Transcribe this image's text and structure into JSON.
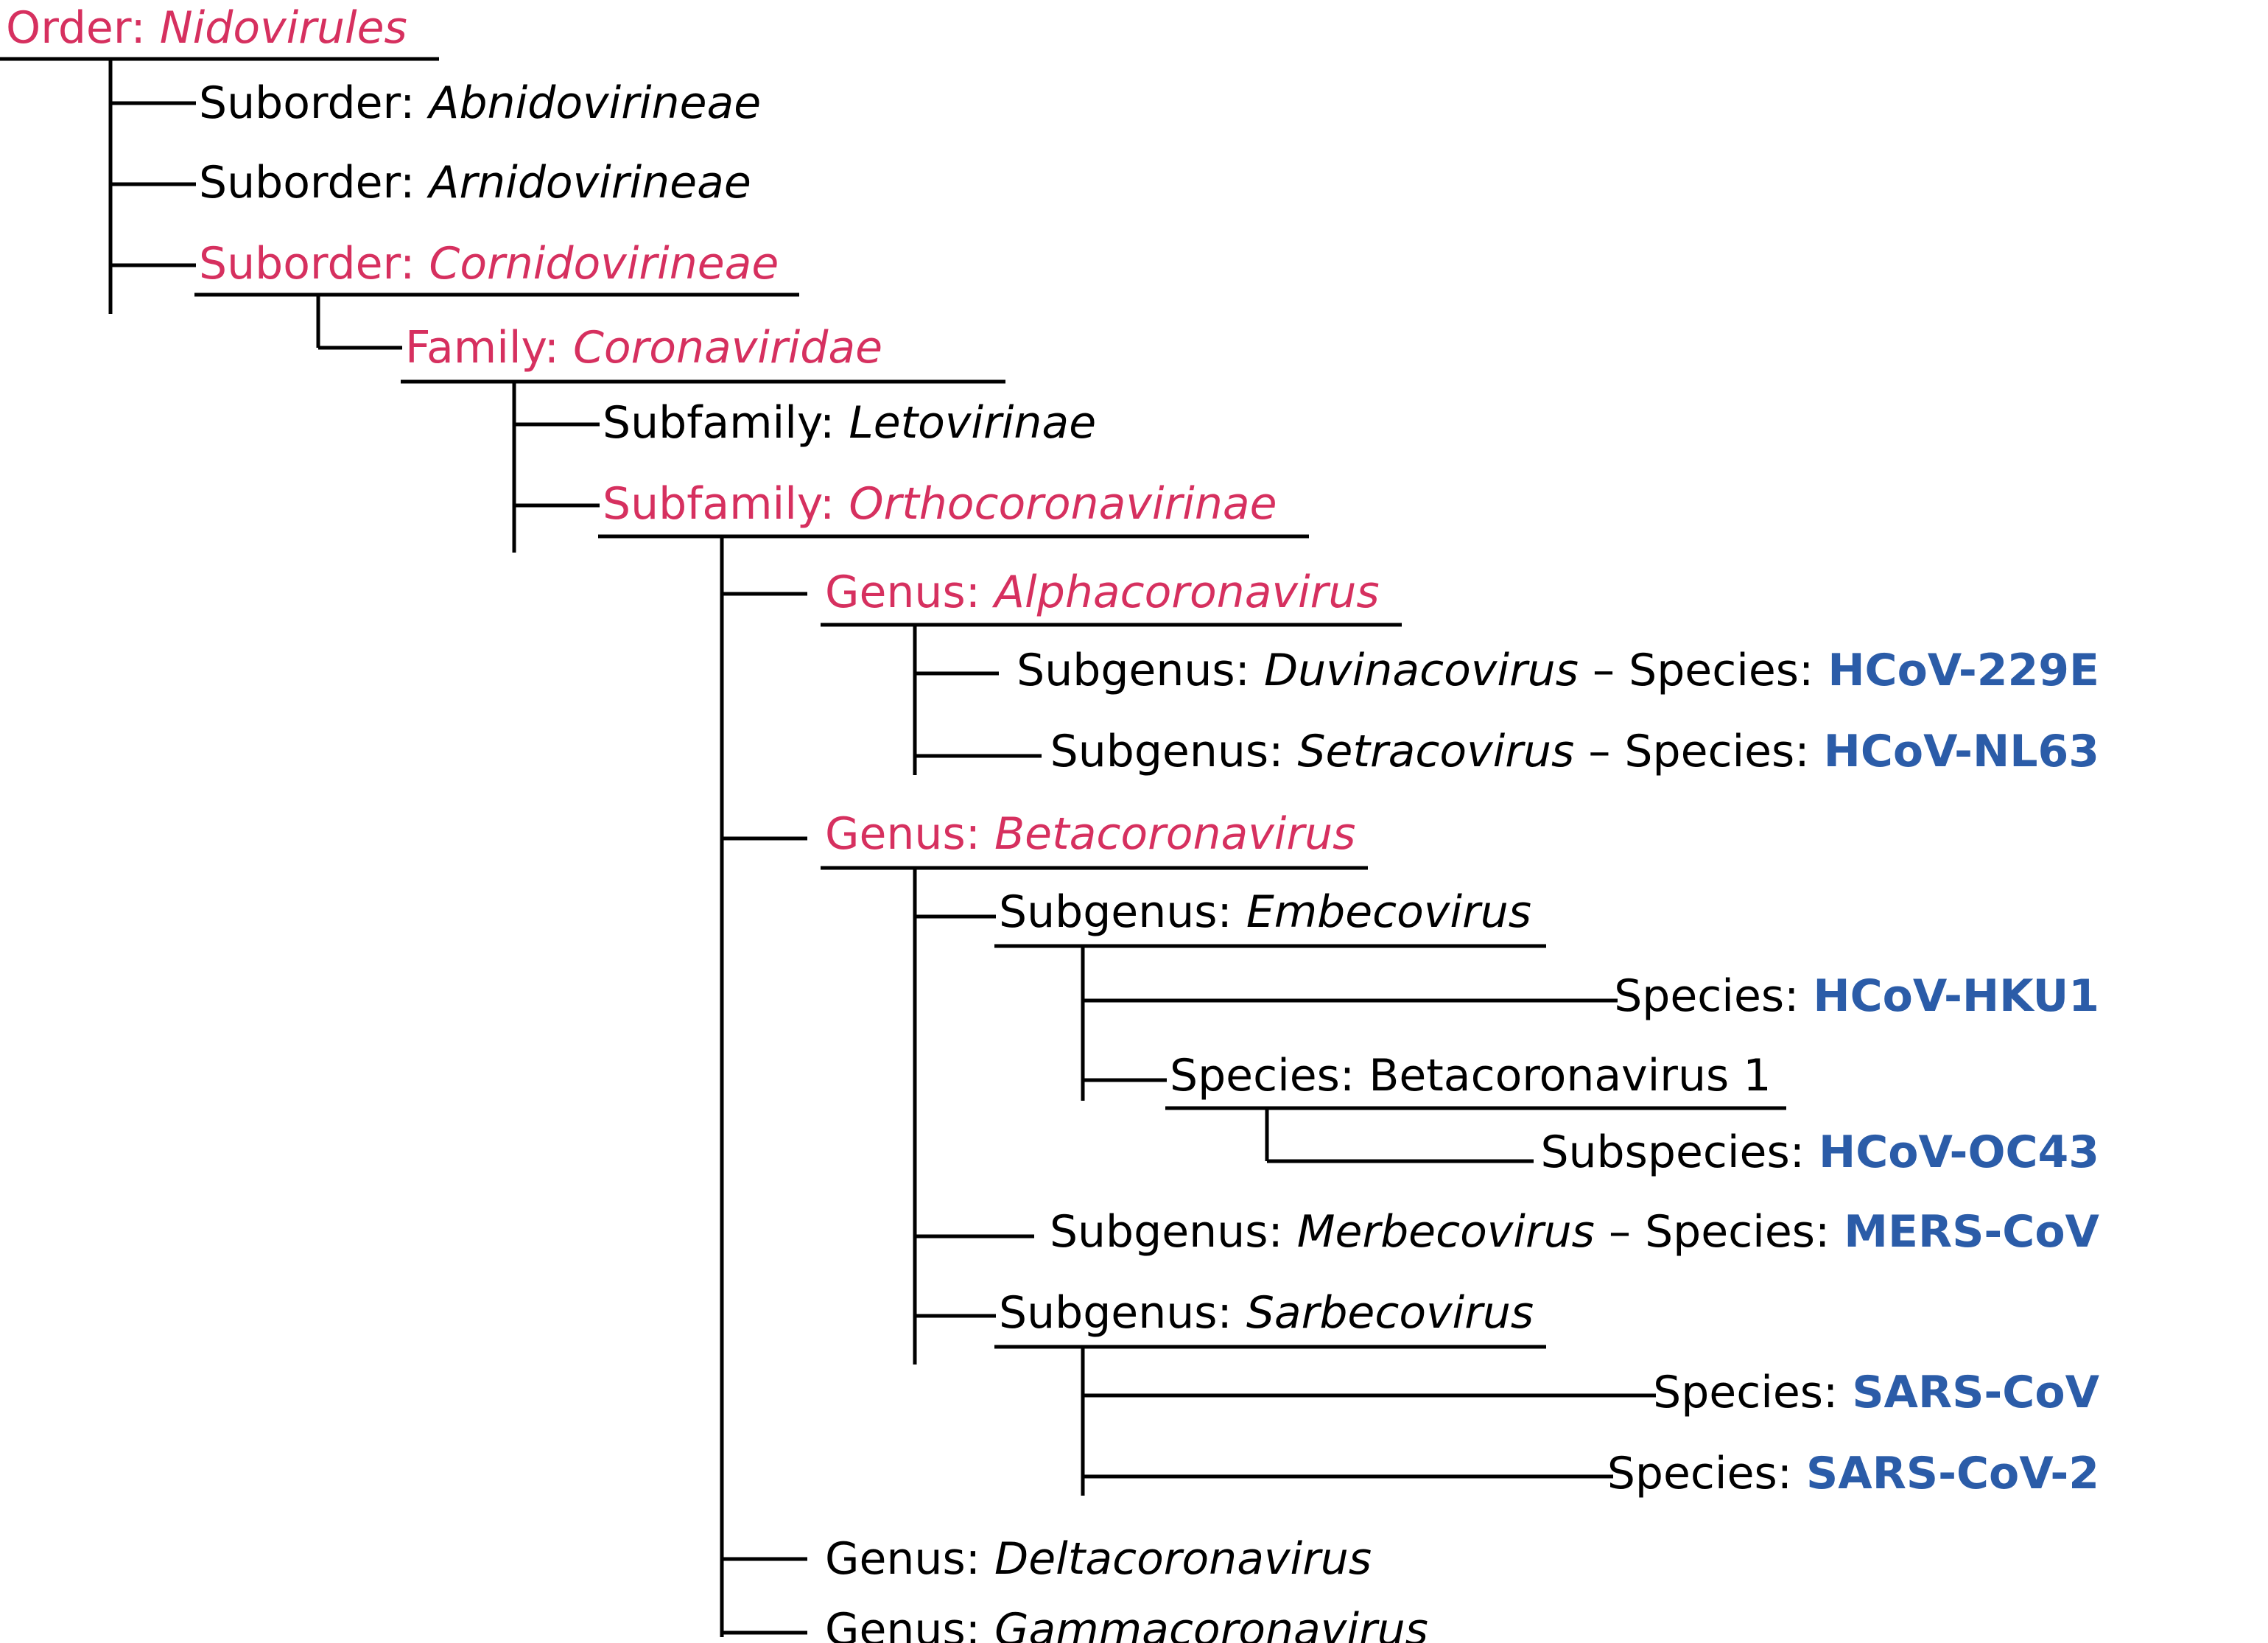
{
  "colors": {
    "highlight": "#d6305f",
    "species": "#2b5ca8",
    "default": "#000000"
  },
  "nodes": [
    {
      "id": "order",
      "prefix": "Order: ",
      "name": "Nidovirules",
      "hl": true
    },
    {
      "id": "abnido",
      "prefix": "Suborder: ",
      "name": "Abnidovirineae"
    },
    {
      "id": "arnido",
      "prefix": "Suborder: ",
      "name": "Arnidovirineae"
    },
    {
      "id": "cornido",
      "prefix": "Suborder: ",
      "name": "Cornidovirineae",
      "hl": true
    },
    {
      "id": "corona",
      "prefix": "Family: ",
      "name": "Coronaviridae",
      "hl": true
    },
    {
      "id": "leto",
      "prefix": "Subfamily: ",
      "name": "Letovirinae"
    },
    {
      "id": "ortho",
      "prefix": "Subfamily: ",
      "name": "Orthocoronavirinae",
      "hl": true
    },
    {
      "id": "alpha",
      "prefix": "Genus: ",
      "name": "Alphacoronavirus",
      "hl": true
    },
    {
      "id": "duvina",
      "prefix": "Subgenus: ",
      "name": "Duvinacovirus",
      "sep": " – Species: ",
      "species": "HCoV-229E"
    },
    {
      "id": "setra",
      "prefix": "Subgenus: ",
      "name": "Setracovirus",
      "sep": " – Species: ",
      "species": "HCoV-NL63"
    },
    {
      "id": "beta",
      "prefix": "Genus: ",
      "name": "Betacoronavirus",
      "hl": true
    },
    {
      "id": "embe",
      "prefix": "Subgenus: ",
      "name": "Embecovirus"
    },
    {
      "id": "hku1",
      "prefix": "Species: ",
      "species": "HCoV-HKU1"
    },
    {
      "id": "betacov1",
      "prefix": "Species: Betacoronavirus 1"
    },
    {
      "id": "oc43",
      "prefix": "Subspecies: ",
      "species": "HCoV-OC43"
    },
    {
      "id": "merbe",
      "prefix": "Subgenus: ",
      "name": "Merbecovirus",
      "sep": " – Species: ",
      "species": "MERS-CoV"
    },
    {
      "id": "sarbe",
      "prefix": "Subgenus: ",
      "name": "Sarbecovirus"
    },
    {
      "id": "sars",
      "prefix": "Species: ",
      "species": "SARS-CoV"
    },
    {
      "id": "sars2",
      "prefix": "Species: ",
      "species": "SARS-CoV-2"
    },
    {
      "id": "delta",
      "prefix": "Genus: ",
      "name": "Deltacoronavirus"
    },
    {
      "id": "gamma",
      "prefix": "Genus: ",
      "name": "Gammacoronavirus"
    }
  ]
}
